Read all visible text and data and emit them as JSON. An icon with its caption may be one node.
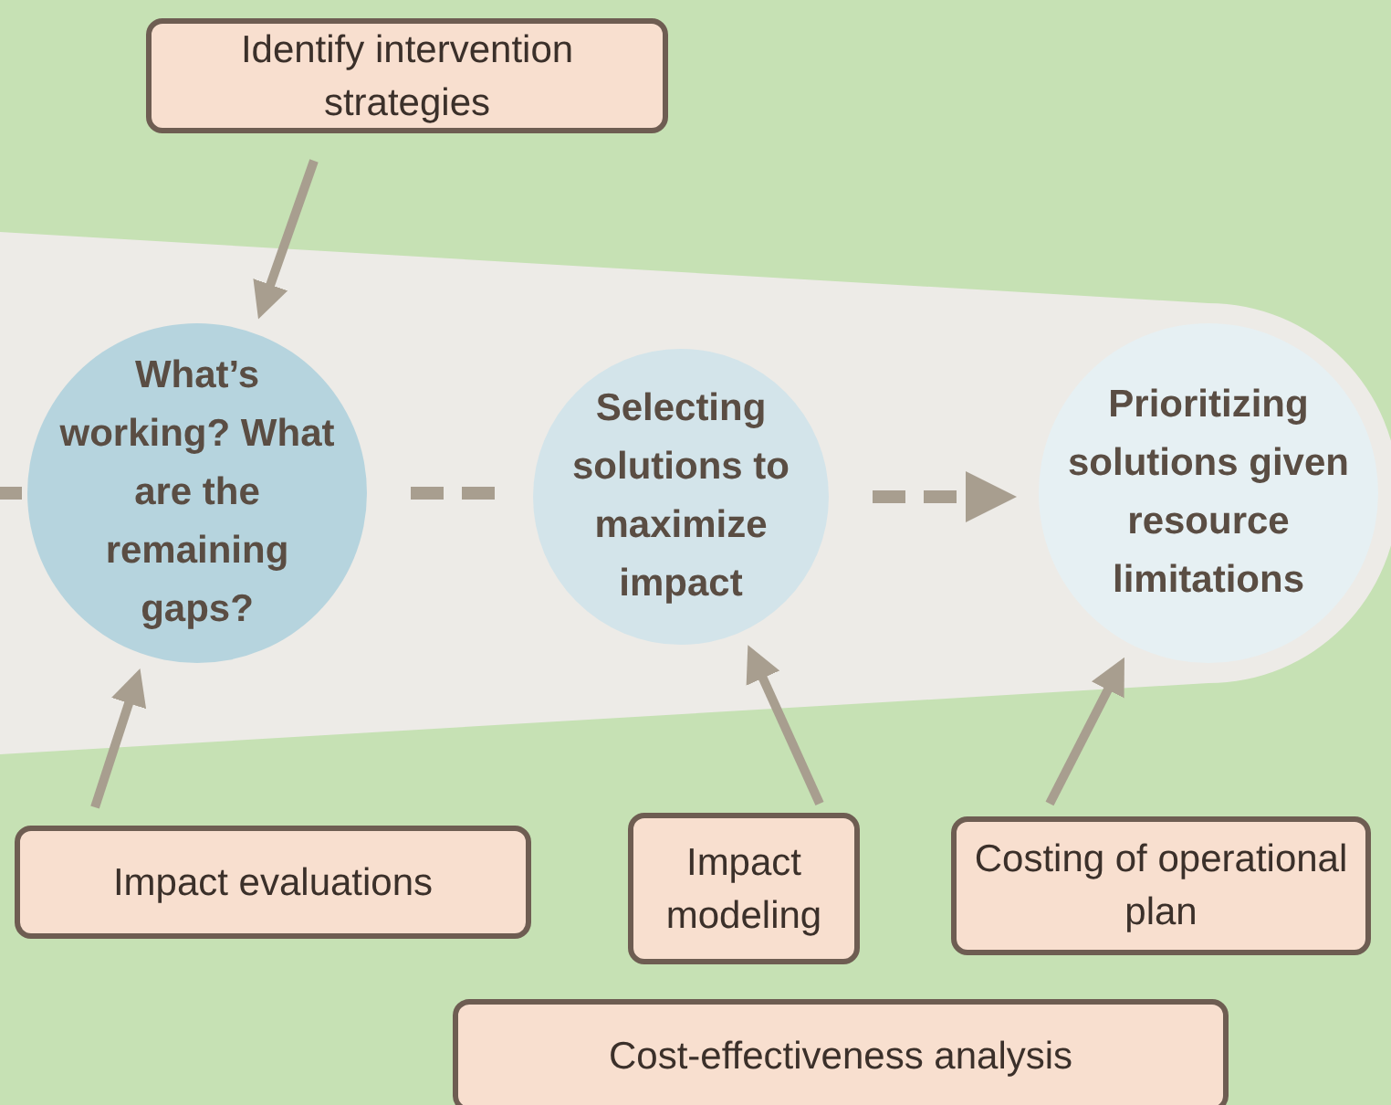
{
  "diagram": {
    "nodes": [
      {
        "text": [
          "Identify intervention strategies"
        ]
      },
      {
        "text": [
          "What’s working? What are the remaining gaps?"
        ]
      },
      {
        "text": [
          "Selecting solutions to maximize impact"
        ]
      },
      {
        "text": [
          "Prioritizing solutions given resource limitations"
        ]
      },
      {
        "text": [
          "Impact evaluations"
        ]
      },
      {
        "text": [
          "Impact modeling"
        ]
      },
      {
        "text": [
          "Costing of operational plan"
        ]
      },
      {
        "text": [
          "Cost-effectiveness analysis"
        ]
      }
    ],
    "edges": [
      {
        "from": null,
        "to": 1,
        "arrow": "none",
        "style": "dashed"
      },
      {
        "from": 0,
        "to": 1,
        "arrow": "to"
      },
      {
        "from": 1,
        "to": 2,
        "arrow": "none",
        "style": "dashed"
      },
      {
        "from": 2,
        "to": 3,
        "arrow": "to",
        "style": "dashed"
      },
      {
        "from": 4,
        "to": 1,
        "arrow": "to"
      },
      {
        "from": 5,
        "to": 2,
        "arrow": "to"
      },
      {
        "from": 6,
        "to": 3,
        "arrow": "to"
      }
    ]
  }
}
